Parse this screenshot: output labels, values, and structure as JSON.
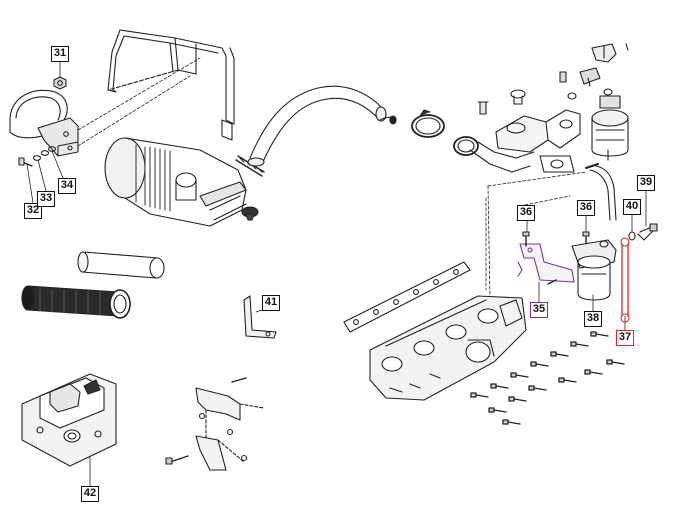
{
  "diagram": {
    "callouts": [
      {
        "id": "31",
        "label": "31"
      },
      {
        "id": "32",
        "label": "32"
      },
      {
        "id": "33",
        "label": "33"
      },
      {
        "id": "34",
        "label": "34"
      },
      {
        "id": "35",
        "label": "35"
      },
      {
        "id": "36a",
        "label": "36"
      },
      {
        "id": "36b",
        "label": "36"
      },
      {
        "id": "37",
        "label": "37"
      },
      {
        "id": "38",
        "label": "38"
      },
      {
        "id": "39",
        "label": "39"
      },
      {
        "id": "40",
        "label": "40"
      },
      {
        "id": "41",
        "label": "41"
      },
      {
        "id": "42",
        "label": "42"
      }
    ],
    "highlight_colors": {
      "35": "#7b2fa0",
      "37": "#e0282c"
    }
  }
}
